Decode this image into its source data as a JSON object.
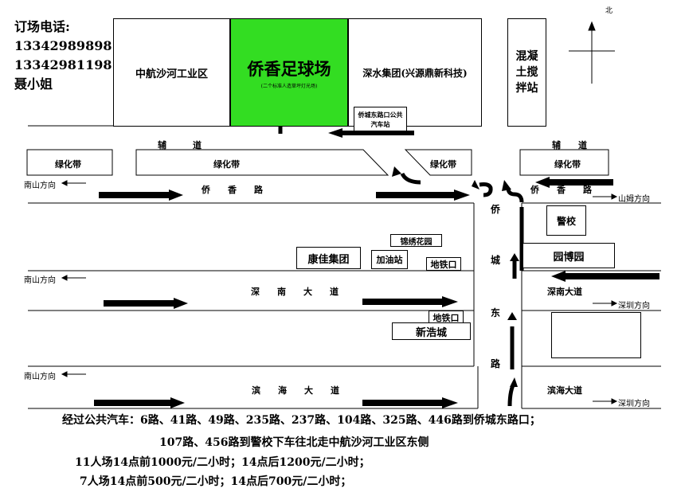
{
  "contact": {
    "heading": "订场电话:",
    "phone1": "13342989898",
    "phone2": "13342981198",
    "person": "聂小姐"
  },
  "blocks": {
    "zhonghang": "中航沙河工业区",
    "field_title": "侨香足球场",
    "field_sub": "(二个标准人造草坪灯光场)",
    "shenshui": "深水集团(兴源鼎新科技)",
    "concrete": "混凝土搅拌站",
    "bus_stop": "侨城东路口公共汽车站",
    "kangjia": "康佳集团",
    "yinxiu": "锦绣花园",
    "gas": "加油站",
    "metro1": "地铁口",
    "metro2": "地铁口",
    "xinhao": "新浩城",
    "police_school": "警校",
    "yuanbo": "园博园"
  },
  "roads": {
    "fudao1": "辅　　　道",
    "fudao2": "辅　　道",
    "green1": "绿化带",
    "green2": "绿化带",
    "green3": "绿化带",
    "green4": "绿化带",
    "qiaoxiang_left": "侨　　香　　路",
    "qiaoxiang_right": "侨　　香　　路",
    "shennan": "深　　南　　大　　道",
    "shennan_right": "深南大道",
    "binhai": "滨　　海　　大　　道",
    "binhai_right": "滨海大道",
    "qiaocheng_east": [
      "侨",
      "城",
      "东",
      "路"
    ],
    "north": "北"
  },
  "directions": {
    "nanshan1": "南山方向",
    "nanshan2": "南山方向",
    "nanshan3": "南山方向",
    "shanmu": "山姆方向",
    "shenzhen1": "深圳方向",
    "shenzhen2": "深圳方向"
  },
  "info": {
    "bus1": "经过公共汽车：6路、41路、49路、235路、237路、104路、325路、446路到侨城东路口；",
    "bus2": "107路、456路到警校下车往北走中航沙河工业区东侧",
    "price11": "11人场14点前1000元/二小时；14点后1200元/二小时；",
    "price7": "7人场14点前500元/二小时；14点后700元/二小时；"
  },
  "colors": {
    "field": "#33dd22"
  }
}
